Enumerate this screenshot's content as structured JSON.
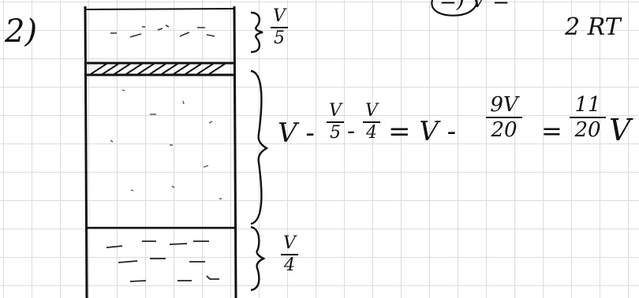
{
  "problem": {
    "number_label": "2)"
  },
  "top_right": {
    "partial_expression": "=) V =",
    "denominator": "2 RT"
  },
  "column": {
    "top_region": {
      "brace_fraction": {
        "numerator": "V",
        "denominator": "5"
      }
    },
    "bottom_region": {
      "brace_fraction": {
        "numerator": "V",
        "denominator": "4"
      }
    }
  },
  "equation": {
    "lead": "V -",
    "term1": {
      "numerator": "V",
      "denominator": "5"
    },
    "op1": "-",
    "term2": {
      "numerator": "V",
      "denominator": "4"
    },
    "equals1": "= V -",
    "term3": {
      "numerator": "9V",
      "denominator": "20"
    },
    "equals2": "=",
    "result": {
      "numerator": "11",
      "denominator": "20"
    },
    "result_suffix": "V"
  },
  "colors": {
    "ink": "#111111",
    "grid": "#dcdcdc",
    "paper": "#ffffff"
  }
}
